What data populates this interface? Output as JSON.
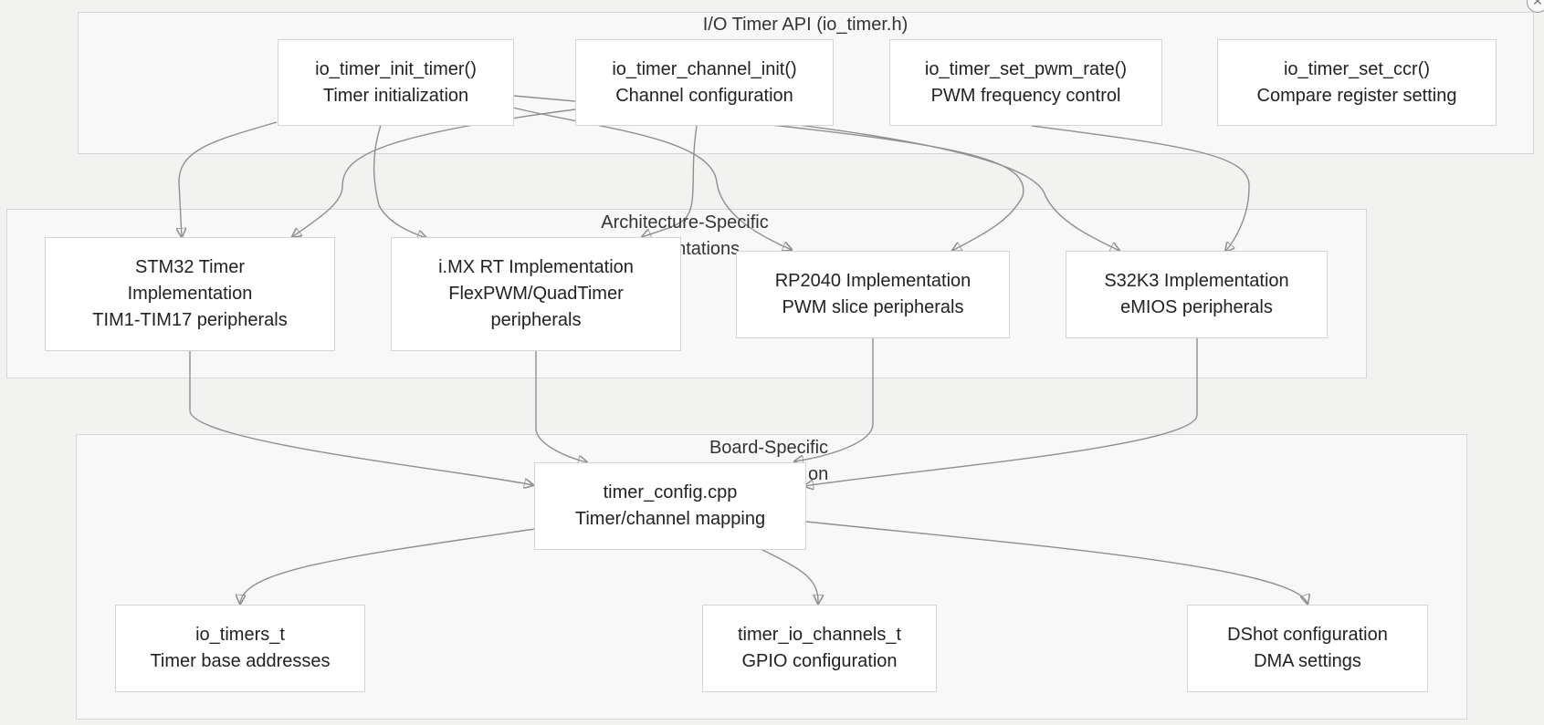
{
  "clusters": {
    "api": {
      "label": "I/O Timer API (io_timer.h)"
    },
    "arch": {
      "label_line1": "Architecture-Specific",
      "label_line2": "entations"
    },
    "board": {
      "label_line1": "Board-Specific",
      "label_line2": "on"
    }
  },
  "nodes": {
    "init_timer": {
      "line1": "io_timer_init_timer()",
      "line2": "Timer initialization"
    },
    "channel_init": {
      "line1": "io_timer_channel_init()",
      "line2": "Channel configuration"
    },
    "set_pwm_rate": {
      "line1": "io_timer_set_pwm_rate()",
      "line2": "PWM frequency control"
    },
    "set_ccr": {
      "line1": "io_timer_set_ccr()",
      "line2": "Compare register setting"
    },
    "stm32": {
      "line1": "STM32 Timer",
      "line2": "Implementation",
      "line3": "TIM1-TIM17 peripherals"
    },
    "imxrt": {
      "line1": "i.MX RT Implementation",
      "line2": "FlexPWM/QuadTimer",
      "line3": "peripherals"
    },
    "rp2040": {
      "line1": "RP2040 Implementation",
      "line2": "PWM slice peripherals"
    },
    "s32k3": {
      "line1": "S32K3 Implementation",
      "line2": "eMIOS peripherals"
    },
    "timer_config": {
      "line1": "timer_config.cpp",
      "line2": "Timer/channel mapping"
    },
    "io_timers_t": {
      "line1": "io_timers_t",
      "line2": "Timer base addresses"
    },
    "timer_io_channels_t": {
      "line1": "timer_io_channels_t",
      "line2": "GPIO configuration"
    },
    "dshot": {
      "line1": "DShot configuration",
      "line2": "DMA settings"
    }
  },
  "colors": {
    "edge": "#8f8f8f",
    "cluster_fill": "#f8f8f8",
    "node_fill": "#ffffff",
    "background": "#f2f2f1"
  },
  "corner_button": {
    "icon": "close-icon",
    "glyph": "✕"
  }
}
